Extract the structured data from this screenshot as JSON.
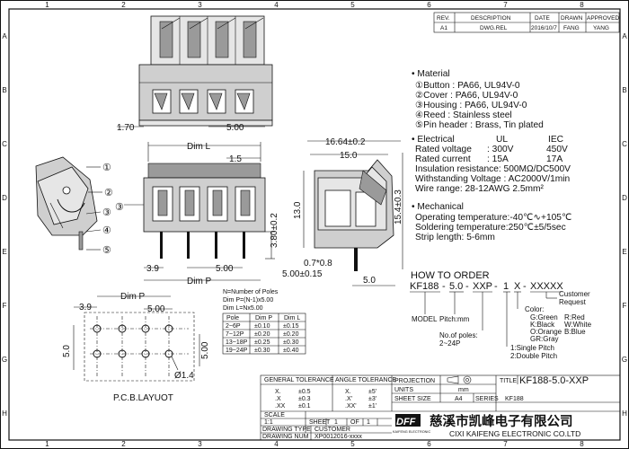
{
  "grid": {
    "columns": [
      "1",
      "2",
      "3",
      "4",
      "5",
      "6",
      "7",
      "8"
    ],
    "rows": [
      "A",
      "B",
      "C",
      "D",
      "E",
      "F",
      "G",
      "H"
    ]
  },
  "revision": {
    "headers": [
      "REV.",
      "DESCRIPTION",
      "DATE",
      "DRAWN",
      "APPROVED"
    ],
    "row": [
      "A1",
      "DWG.REL",
      "2016/10/7",
      "FANG",
      "YANG"
    ]
  },
  "specs": {
    "material_title": "Material",
    "material": [
      "①Button : PA66, UL94V-0",
      "②Cover : PA66, UL94V-0",
      "③Housing : PA66, UL94V-0",
      "④Reed : Stainless steel",
      "⑤Pin header : Brass, Tin plated"
    ],
    "electrical_title": "Electrical",
    "col_ul": "UL",
    "col_iec": "IEC",
    "voltage_label": "Rated voltage",
    "voltage_ul": ": 300V",
    "voltage_iec": "450V",
    "current_label": "Rated current",
    "current_ul": ": 15A",
    "current_iec": "17A",
    "electrical_lines": [
      "Insulation resistance: 500MΩ/DC500V",
      "Withstanding Voltage : AC2000V/1min",
      "Wire range: 28-12AWG  2.5mm²"
    ],
    "mechanical_title": "Mechanical",
    "mechanical_lines": [
      "Operating temperature:-40℃∿+105℃",
      "Soldering temperature:250℃±5/5sec",
      "Strip length: 5-6mm"
    ]
  },
  "order": {
    "title": "HOW TO ORDER",
    "code_parts": [
      "KF188",
      "-",
      "5.0",
      "-",
      "XXP",
      "-",
      "1",
      "X",
      "-",
      "XXXXX"
    ],
    "model_label": "MODEL",
    "pitch_label": "Pitch:mm",
    "poles_label_1": "No.of poles:",
    "poles_label_2": "2~24P",
    "pitch_type_1": "1:Single Pitch",
    "pitch_type_2": "2:Double Pitch",
    "color_title": "Color:",
    "colors": [
      "G:Green",
      "R:Red",
      "K:Black",
      "W:White",
      "O:Orange",
      "B:Blue",
      "GR:Gray"
    ],
    "customer_1": "Customer",
    "customer_2": "Request"
  },
  "poles_note": {
    "lines": [
      "N=Number of Poles",
      "Dim P=(N-1)x5.00",
      "Dim L=Nx5.00"
    ],
    "headers": [
      "Pole",
      "Dim P",
      "Dim L"
    ],
    "rows": [
      [
        "2~6P",
        "±0.10",
        "±0.15"
      ],
      [
        "7~12P",
        "±0.20",
        "±0.20"
      ],
      [
        "13~18P",
        "±0.25",
        "±0.30"
      ],
      [
        "19~24P",
        "±0.30",
        "±0.40"
      ]
    ]
  },
  "dims": {
    "d170": "1.70",
    "d500_top": "5.00",
    "dimL": "Dim L",
    "d15": "1.5",
    "d380": "3.80±0.2",
    "d39": "3.9",
    "d500_front": "5.00",
    "dimP": "Dim P",
    "d1664": "16.64±0.2",
    "d150": "15.0",
    "d130": "13.0",
    "d154": "15.4±0.3",
    "d07": "0.7*0.8",
    "d500s": "5.00±0.15",
    "d50": "5.0",
    "pcb_dimP": "Dim P",
    "pcb_39": "3.9",
    "pcb_500": "5.00",
    "pcb_50": "5.0",
    "pcb_500v": "5.00",
    "pcb_hole": "Ø1.4",
    "pcb_title": "P.C.B.LAYUOT",
    "callouts": [
      "①",
      "②",
      "③",
      "④",
      "⑤",
      "③"
    ]
  },
  "title_block": {
    "gen_tol": "GENERAL TOLERANCE",
    "ang_tol": "ANGLE TOLERANCE",
    "tol_keys": [
      "X.",
      ".X",
      ".XX"
    ],
    "tol_vals": [
      "±0.5",
      "±0.3",
      "±0.1"
    ],
    "ang_keys": [
      "X.",
      ".X'",
      ".XX'"
    ],
    "ang_vals": [
      "±5'",
      "±3'",
      "±1'"
    ],
    "projection_label": "PROJECTION",
    "units_label": "UNITS",
    "units_value": "mm",
    "sheet_size_label": "SHEET SIZE",
    "sheet_size_value": "A4",
    "title_label": "TITLE",
    "title_value": "KF188-5.0-XXP",
    "series_label": "SERIES",
    "series_value": "KF188",
    "scale_label": "SCALE",
    "scale_value": "1:1",
    "sheet_label": "SHEET",
    "sheet_value": "1",
    "of_label": "OF",
    "of_value": "1",
    "dwg_type_label": "DRAWING TYPE",
    "dwg_type_value": "CUSTOMER",
    "dwg_num_label": "DRAWING NUM",
    "dwg_num_value": "XP0012016-xxxx",
    "logo_text": "DFF",
    "logo_sub": "KAIFENG ELECTRONIC",
    "company_cn": "慈溪市凯峰电子有限公司",
    "company_en": "CIXI KAIFENG ELECTRONIC CO.LTD"
  }
}
